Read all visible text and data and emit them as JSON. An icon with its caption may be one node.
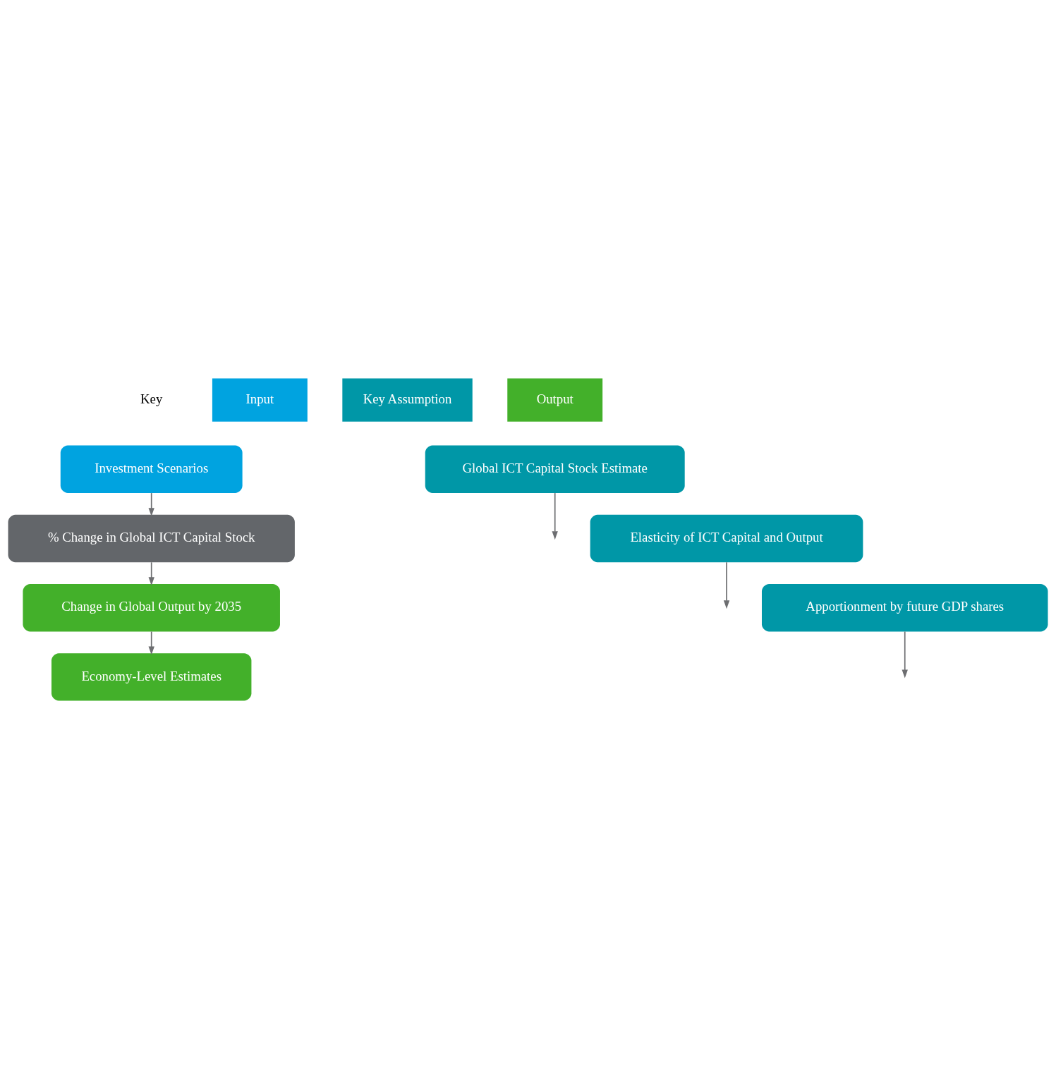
{
  "diagram": {
    "nodes": [
      {
        "text": [
          "Investment Scenarios"
        ]
      },
      {
        "text": [
          "Global ICT Capital Stock Estimate"
        ]
      },
      {
        "text": [
          "% Change in Global ICT Capital Stock"
        ]
      },
      {
        "text": [
          "Elasticity of ICT Capital and Output"
        ]
      },
      {
        "text": [
          "Change in Global Output by 2035"
        ]
      },
      {
        "text": [
          "Apportionment by future GDP shares"
        ]
      },
      {
        "text": [
          "Economy-Level Estimates"
        ]
      }
    ],
    "edges": [
      {
        "from": 0,
        "to": 2,
        "arrow": "to"
      },
      {
        "from": 1,
        "to": null,
        "arrow": "to"
      },
      {
        "from": 2,
        "to": 4,
        "arrow": "to"
      },
      {
        "from": 3,
        "to": null,
        "arrow": "to"
      },
      {
        "from": 4,
        "to": 6,
        "arrow": "to"
      },
      {
        "from": 5,
        "to": null,
        "arrow": "to"
      }
    ],
    "labels": [
      "Key"
    ],
    "legend": [
      {
        "text": "Input",
        "color": "#00a3e0"
      },
      {
        "text": "Key Assumption",
        "color": "#0097a7"
      },
      {
        "text": "Output",
        "color": "#43b02a"
      }
    ]
  }
}
